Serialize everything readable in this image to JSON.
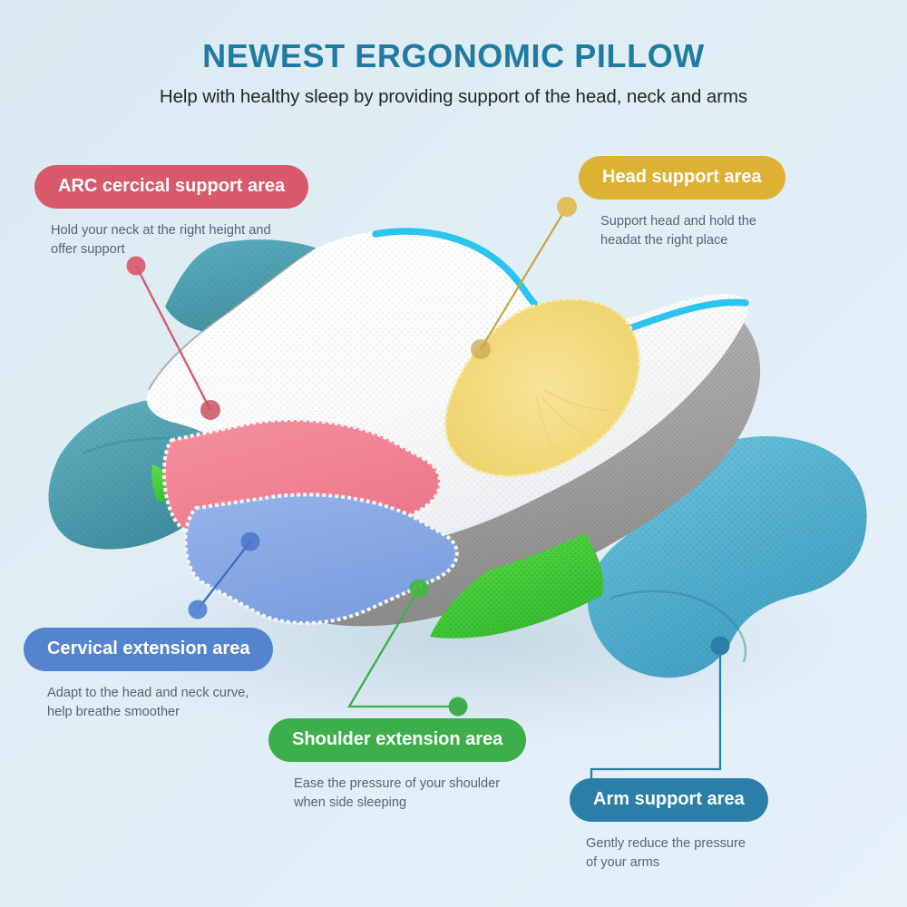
{
  "header": {
    "title": "NEWEST ERGONOMIC PILLOW",
    "subtitle": "Help with healthy sleep by providing support of the head, neck and arms",
    "title_color": "#1f7ca0",
    "subtitle_color": "#23272e"
  },
  "background": {
    "gradient_from": "#dbeaf2",
    "gradient_to": "#e6f1fa"
  },
  "callouts": [
    {
      "id": "arc-cervical-support",
      "label": "ARC cercical support area",
      "description": "Hold your neck at the right height and\noffer support",
      "color": "#d9596b"
    },
    {
      "id": "head-support",
      "label": "Head support area",
      "description": "Support head and hold the\nheadat the right place",
      "color": "#ddb232"
    },
    {
      "id": "cervical-extension",
      "label": "Cervical extension area",
      "description": "Adapt to the head and neck curve,\nhelp breathe smoother",
      "color": "#5483d0"
    },
    {
      "id": "shoulder-extension",
      "label": "Shoulder extension area",
      "description": "Ease the pressure of your shoulder\nwhen side sleeping",
      "color": "#3caf4b"
    },
    {
      "id": "arm-support",
      "label": "Arm support area",
      "description": "Gently reduce the pressure\nof your arms",
      "color": "#2a7fa8"
    }
  ],
  "product": {
    "name": "ergonomic-memory-foam-pillow",
    "zones": {
      "head_zone_color": "#f3dc7f",
      "cervical_arc_color": "#f08090",
      "cervical_extension_color": "#87a8e4",
      "shoulder_extension_color": "#47d13c",
      "arm_wing_color": "#5cb7d4",
      "rear_wing_color": "#4a9fb1",
      "side_band_color": "#a9a7a6",
      "top_fabric_color": "#fbfcfd",
      "highlight_outline_color": "#2bc4f0"
    }
  }
}
